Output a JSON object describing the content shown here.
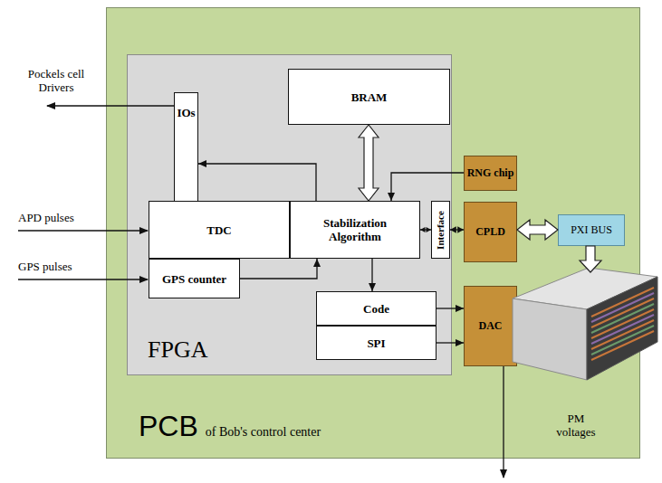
{
  "diagram": {
    "nodes": [
      {
        "text": [
          "PCB",
          "of Bob's control center"
        ]
      },
      {
        "text": [
          "FPGA"
        ],
        "in": 0
      },
      {
        "text": [
          "IOs"
        ],
        "in": 1
      },
      {
        "text": [
          "BRAM"
        ],
        "in": 1
      },
      {
        "text": [
          "TDC"
        ],
        "in": 1
      },
      {
        "text": [
          "Stabilization Algorithm"
        ],
        "in": 1
      },
      {
        "text": [
          "GPS counter"
        ],
        "in": 1
      },
      {
        "text": [
          "Code"
        ],
        "in": 1
      },
      {
        "text": [
          "SPI"
        ],
        "in": 1
      },
      {
        "text": [
          "Interface"
        ],
        "in": 1
      },
      {
        "text": [
          "RNG chip"
        ],
        "in": 0
      },
      {
        "text": [
          "CPLD"
        ],
        "in": 0
      },
      {
        "text": [
          "DAC"
        ],
        "in": 0
      },
      {
        "text": [
          "PXI BUS"
        ],
        "in": 0
      }
    ],
    "edges": [
      {
        "from": 5,
        "to": 2,
        "arrow": "to"
      },
      {
        "from": 3,
        "to": 5,
        "arrow": "both"
      },
      {
        "from": 10,
        "to": 5,
        "arrow": "to"
      },
      {
        "from": 6,
        "to": 5,
        "arrow": "to"
      },
      {
        "from": 5,
        "to": 7,
        "arrow": "to"
      },
      {
        "from": 5,
        "to": 9,
        "arrow": "both"
      },
      {
        "from": 9,
        "to": 11,
        "arrow": "both"
      },
      {
        "from": 11,
        "to": 13,
        "arrow": "both"
      },
      {
        "from": 7,
        "to": 12,
        "arrow": "to"
      },
      {
        "from": 8,
        "to": 12,
        "arrow": "to"
      }
    ],
    "labels": [
      "Pockels cell Drivers",
      "APD pulses",
      "GPS pulses",
      "PM voltages"
    ]
  }
}
